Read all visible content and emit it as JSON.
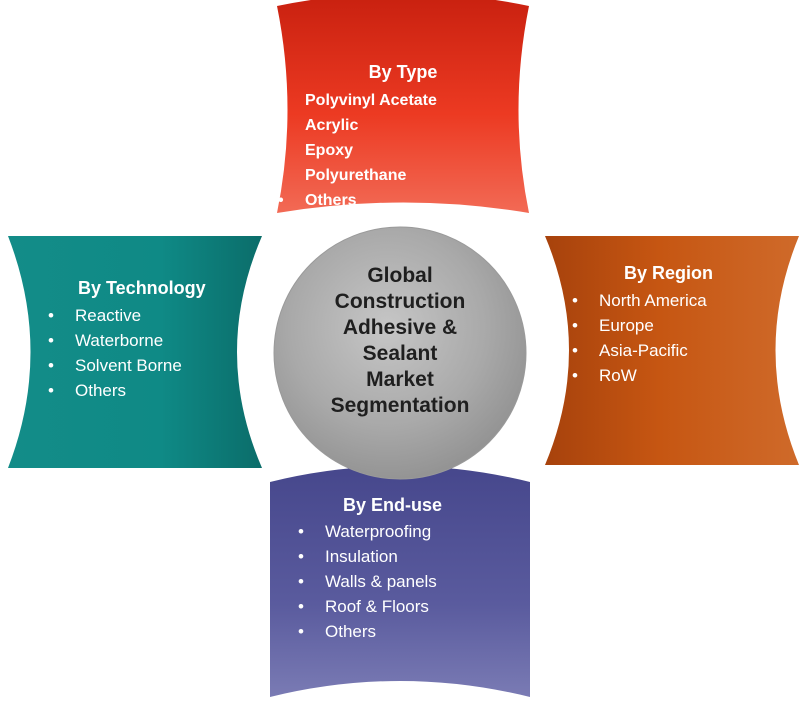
{
  "colors": {
    "type": "#e8301c",
    "technology": "#108e8a",
    "region": "#c0500f",
    "enduse": "#56579a",
    "center": "#a6a6a6"
  },
  "center": {
    "lines": [
      "Global",
      "Construction",
      "Adhesive &",
      "Sealant",
      "Market",
      "Segmentation"
    ]
  },
  "segments": {
    "type": {
      "title": "By Type",
      "items": [
        "Polyvinyl Acetate",
        "Acrylic",
        "Epoxy",
        "Polyurethane",
        "Others"
      ]
    },
    "technology": {
      "title": "By Technology",
      "items": [
        "Reactive",
        "Waterborne",
        "Solvent Borne",
        "Others"
      ]
    },
    "region": {
      "title": "By Region",
      "items": [
        "North America",
        "Europe",
        "Asia-Pacific",
        "RoW"
      ]
    },
    "enduse": {
      "title": "By End-use",
      "items": [
        "Waterproofing",
        "Insulation",
        "Walls & panels",
        "Roof & Floors",
        "Others"
      ]
    }
  }
}
